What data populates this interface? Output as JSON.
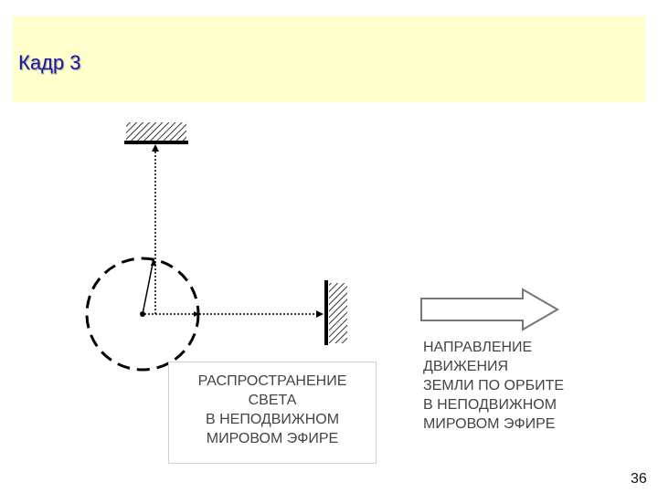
{
  "slide": {
    "title": "Кадр 3",
    "page_number": "36"
  },
  "diagram": {
    "light_label": [
      "РАСПРОСТРАНЕНИЕ",
      "СВЕТА",
      "В НЕПОДВИЖНОМ",
      "МИРОВОМ  ЭФИРЕ"
    ],
    "direction_label": [
      "НАПРАВЛЕНИЕ",
      "ДВИЖЕНИЯ",
      "ЗЕМЛИ  ПО ОРБИТЕ",
      "В  НЕПОДВИЖНОМ",
      "МИРОВОМ  ЭФИРЕ"
    ]
  },
  "colors": {
    "title_background": "#ffffcc",
    "title_text": "#1a1aa0",
    "line": "#000000"
  }
}
